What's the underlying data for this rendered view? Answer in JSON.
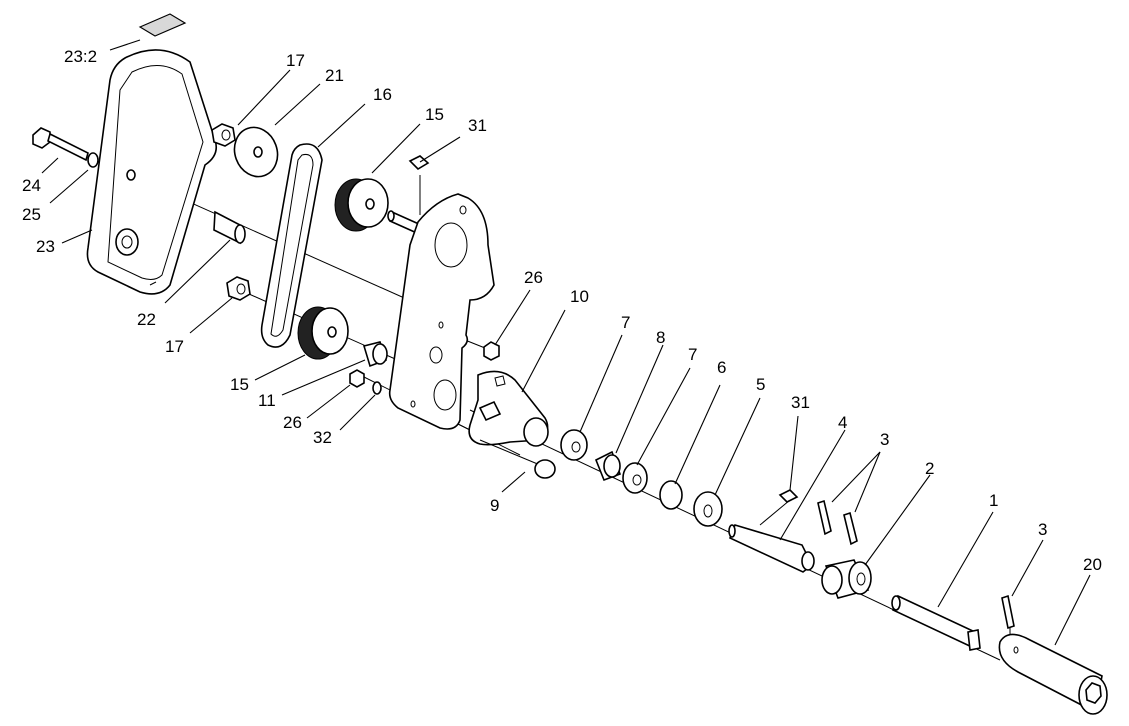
{
  "callouts": {
    "c23_2": "23:2",
    "c17_top": "17",
    "c21": "21",
    "c16": "16",
    "c15_top": "15",
    "c31_top": "31",
    "c24": "24",
    "c25": "25",
    "c23": "23",
    "c22": "22",
    "c17_bottom": "17",
    "c26_top": "26",
    "c10": "10",
    "c15_bottom": "15",
    "c11": "11",
    "c26_bottom": "26",
    "c32": "32",
    "c9": "9",
    "c7_left": "7",
    "c8": "8",
    "c7_right": "7",
    "c6": "6",
    "c5": "5",
    "c31_bottom": "31",
    "c4": "4",
    "c3_top": "3",
    "c2": "2",
    "c1": "1",
    "c3_right": "3",
    "c20": "20"
  }
}
